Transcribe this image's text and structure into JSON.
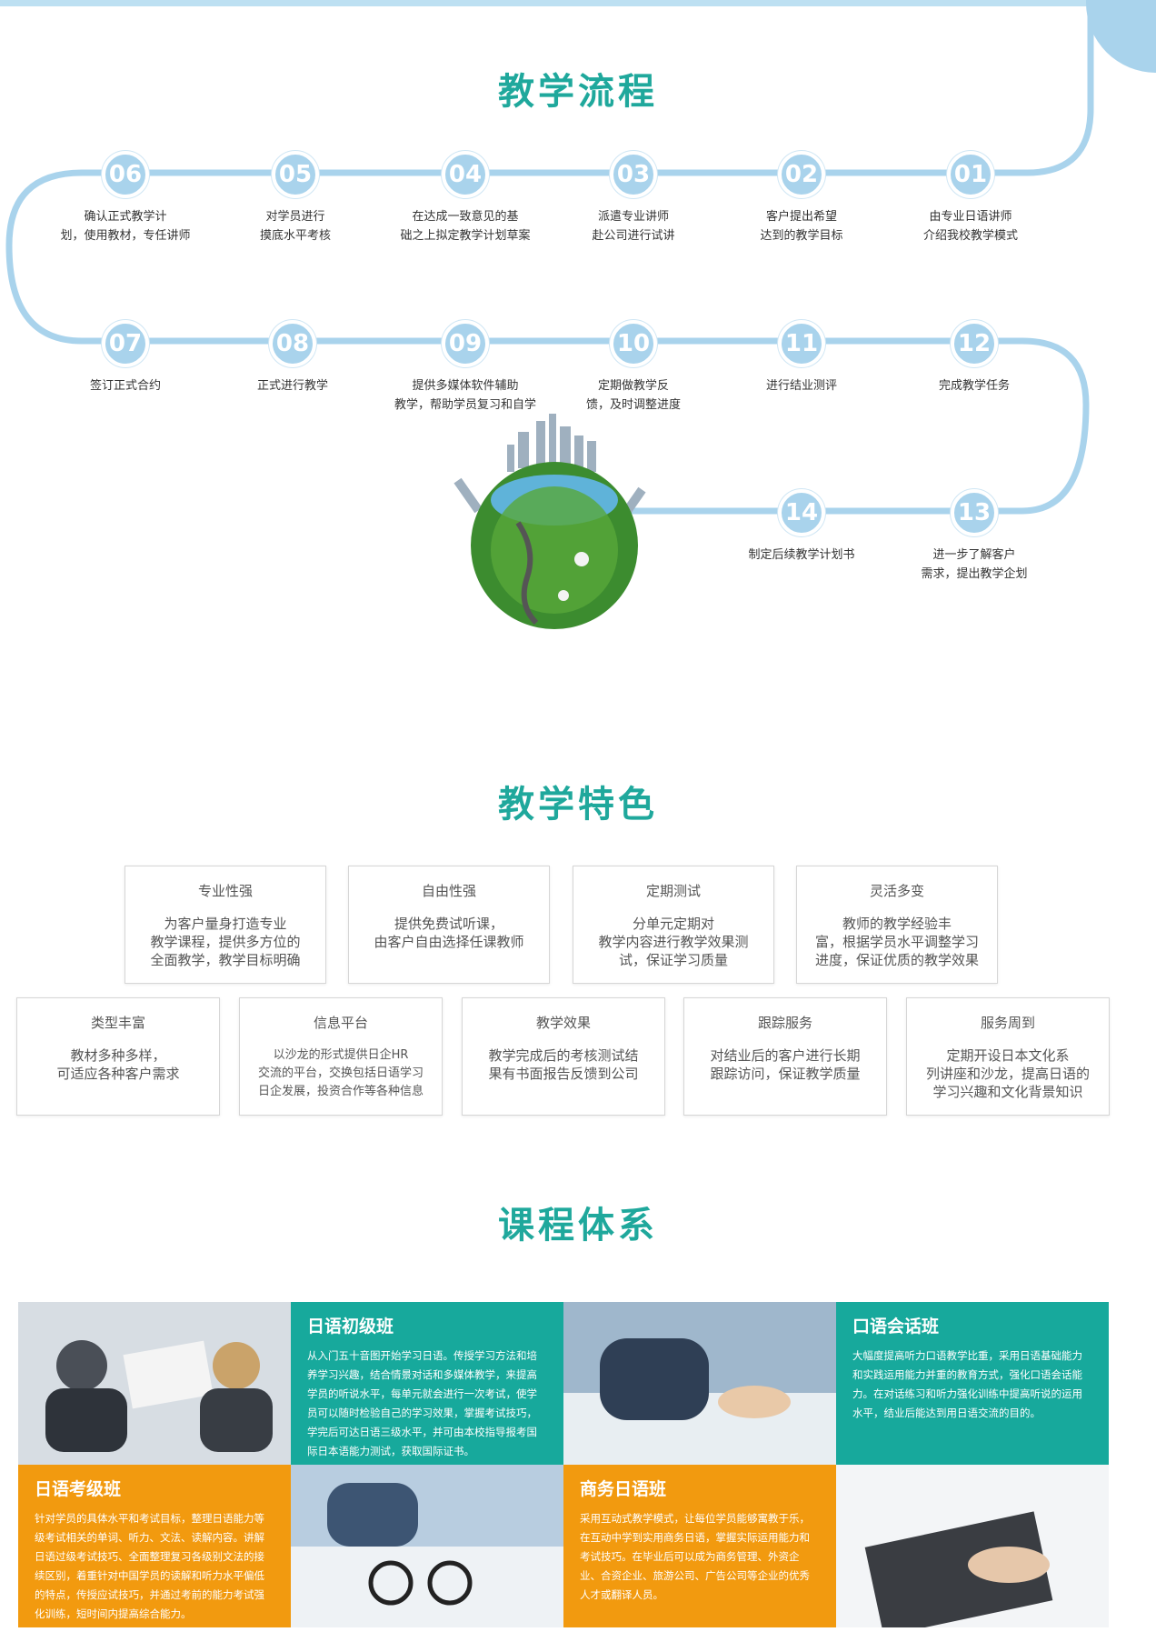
{
  "sections": {
    "process_title": "教学流程",
    "feature_title": "教学特色",
    "course_title": "课程体系"
  },
  "process": [
    {
      "num": "06",
      "text": "确认正式教学计\n划，使用教材，专任讲师"
    },
    {
      "num": "05",
      "text": "对学员进行\n摸底水平考核"
    },
    {
      "num": "04",
      "text": "在达成一致意见的基\n础之上拟定教学计划草案"
    },
    {
      "num": "03",
      "text": "派遣专业讲师\n赴公司进行试讲"
    },
    {
      "num": "02",
      "text": "客户提出希望\n达到的教学目标"
    },
    {
      "num": "01",
      "text": "由专业日语讲师\n介绍我校教学模式"
    },
    {
      "num": "07",
      "text": "签订正式合约"
    },
    {
      "num": "08",
      "text": "正式进行教学"
    },
    {
      "num": "09",
      "text": "提供多媒体软件辅助\n教学，帮助学员复习和自学"
    },
    {
      "num": "10",
      "text": "定期做教学反\n馈，及时调整进度"
    },
    {
      "num": "11",
      "text": "进行结业测评"
    },
    {
      "num": "12",
      "text": "完成教学任务"
    },
    {
      "num": "14",
      "text": "制定后续教学计划书"
    },
    {
      "num": "13",
      "text": "进一步了解客户\n需求，提出教学企划"
    }
  ],
  "features_row1": [
    {
      "title": "专业性强",
      "desc": "为客户量身打造专业\n教学课程，提供多方位的\n全面教学，教学目标明确"
    },
    {
      "title": "自由性强",
      "desc": "提供免费试听课，\n由客户自由选择任课教师"
    },
    {
      "title": "定期测试",
      "desc": "分单元定期对\n教学内容进行教学效果测\n试，保证学习质量"
    },
    {
      "title": "灵活多变",
      "desc": "教师的教学经验丰\n富，根据学员水平调整学习\n进度，保证优质的教学效果"
    }
  ],
  "features_row2": [
    {
      "title": "类型丰富",
      "desc": "教材多种多样，\n可适应各种客户需求"
    },
    {
      "title": "信息平台",
      "desc": "以沙龙的形式提供日企HR\n交流的平台，交换包括日语学习\n日企发展，投资合作等各种信息"
    },
    {
      "title": "教学效果",
      "desc": "教学完成后的考核测试结\n果有书面报告反馈到公司"
    },
    {
      "title": "跟踪服务",
      "desc": "对结业后的客户进行长期\n跟踪访问，保证教学质量"
    },
    {
      "title": "服务周到",
      "desc": "定期开设日本文化系\n列讲座和沙龙，提高日语的\n学习兴趣和文化背景知识"
    }
  ],
  "courses": {
    "beginner": {
      "title": "日语初级班",
      "desc": "从入门五十音图开始学习日语。传授学习方法和培养学习兴趣，结合情景对话和多媒体教学，来提高学员的听说水平，每单元就会进行一次考试，使学员可以随时检验自己的学习效果，掌握考试技巧，学完后可达日语三级水平，并可由本校指导报考国际日本语能力测试，获取国际证书。"
    },
    "conversation": {
      "title": "口语会话班",
      "desc": "大幅度提高听力口语教学比重，采用日语基础能力和实践运用能力并重的教育方式，强化口语会话能力。在对话练习和听力强化训练中提高听说的运用水平，结业后能达到用日语交流的目的。"
    },
    "exam": {
      "title": "日语考级班",
      "desc": "针对学员的具体水平和考试目标，整理日语能力等级考试相关的单词、听力、文法、读解内容。讲解日语过级考试技巧、全面整理复习各级别文法的接续区别，着重针对中国学员的读解和听力水平偏低的特点，传授应试技巧，并通过考前的能力考试强化训练，短时间内提高综合能力。"
    },
    "business": {
      "title": "商务日语班",
      "desc": "采用互动式教学模式，让每位学员能够寓教于乐，在互动中学到实用商务日语，掌握实际运用能力和考试技巧。在毕业后可以成为商务管理、外资企业、合资企业、旅游公司、广告公司等企业的优秀人才或翻译人员。"
    }
  },
  "colors": {
    "teal": "#17a99c",
    "orange": "#f29a0f",
    "track": "#a9d3ec"
  }
}
